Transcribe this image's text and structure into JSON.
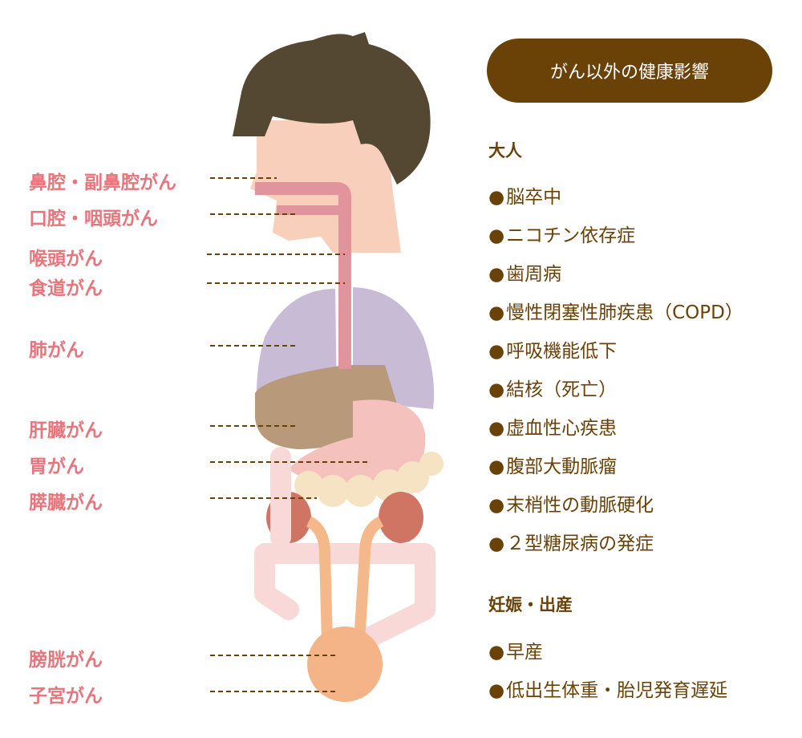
{
  "cancer_labels": [
    "鼻腔・副鼻腔がん",
    "口腔・咽頭がん",
    "喉頭がん",
    "食道がん",
    "肺がん",
    "肝臓がん",
    "胃がん",
    "膵臓がん",
    "膀胱がん",
    "子宮がん"
  ],
  "panel": {
    "title": "がん以外の健康影響",
    "adult_heading": "大人",
    "adult_items": [
      "脳卒中",
      "ニコチン依存症",
      "歯周病",
      "慢性閉塞性肺疾患（COPD）",
      "呼吸機能低下",
      "結核（死亡）",
      "虚血性心疾患",
      "腹部大動脈瘤",
      "末梢性の動脈硬化",
      "２型糖尿病の発症"
    ],
    "pregnancy_heading": "妊娠・出産",
    "pregnancy_items": [
      "早産",
      "低出生体重・胎児発育遅延"
    ],
    "bullet": "●"
  },
  "colors": {
    "label": "#e8747c",
    "brown": "#6a4208"
  }
}
